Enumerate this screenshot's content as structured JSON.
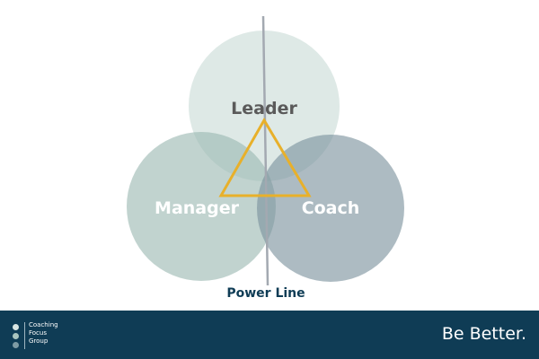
{
  "diagram": {
    "circles": [
      {
        "label": "Leader",
        "color": "#c8dbd6",
        "label_color": "#5a5a5a"
      },
      {
        "label": "Manager",
        "color": "#9bb8b1",
        "label_color": "#ffffff"
      },
      {
        "label": "Coach",
        "color": "#7a929c",
        "label_color": "#ffffff"
      }
    ],
    "triangle_color": "#e8b02a",
    "power_line": {
      "label": "Power Line",
      "color": "#a3a9b1",
      "label_color": "#0f3c55"
    }
  },
  "footer": {
    "background": "#0f3c55",
    "logo_lines": [
      "Coaching",
      "Focus",
      "Group"
    ],
    "dot_colors": [
      "#d9e6e3",
      "#a9c4be",
      "#7e9ba4"
    ],
    "tagline": "Be Better."
  }
}
